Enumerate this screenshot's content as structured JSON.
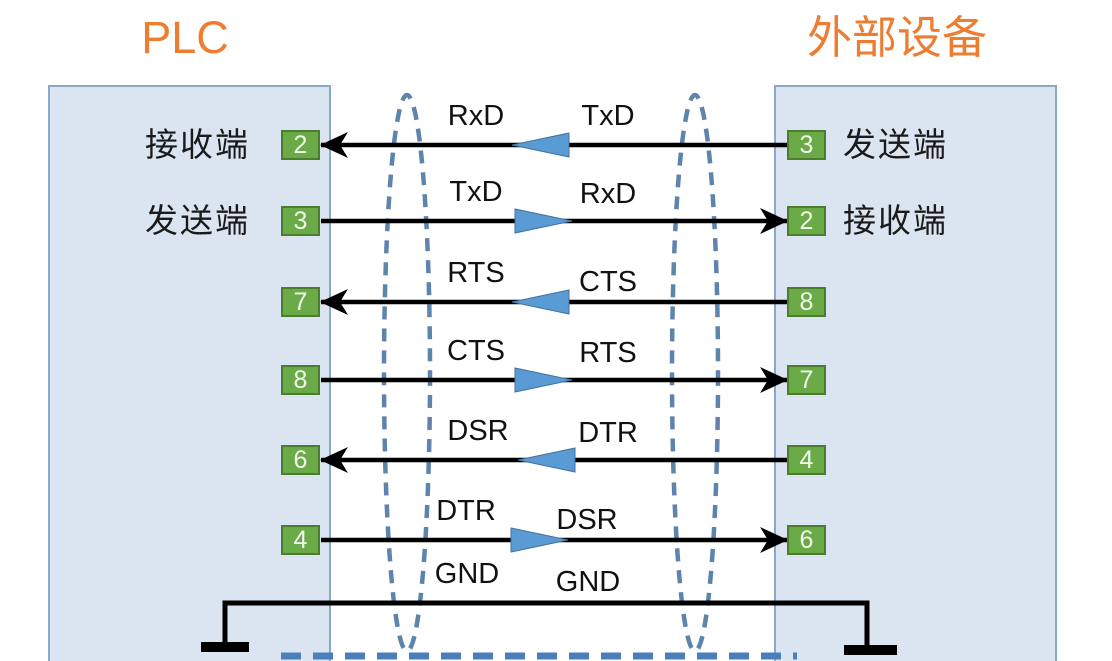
{
  "titles": {
    "left": "PLC",
    "right": "外部设备"
  },
  "rows": [
    {
      "plc_pin": "2",
      "plc_label": "接收端",
      "signal_left": "RxD",
      "signal_right": "TxD",
      "device_pin": "3",
      "device_label": "发送端",
      "direction": "device-to-plc"
    },
    {
      "plc_pin": "3",
      "plc_label": "发送端",
      "signal_left": "TxD",
      "signal_right": "RxD",
      "device_pin": "2",
      "device_label": "接收端",
      "direction": "plc-to-device"
    },
    {
      "plc_pin": "7",
      "signal_left": "RTS",
      "signal_right": "CTS",
      "device_pin": "8",
      "direction": "device-to-plc"
    },
    {
      "plc_pin": "8",
      "signal_left": "CTS",
      "signal_right": "RTS",
      "device_pin": "7",
      "direction": "plc-to-device"
    },
    {
      "plc_pin": "6",
      "signal_left": "DSR",
      "signal_right": "DTR",
      "device_pin": "4",
      "direction": "device-to-plc"
    },
    {
      "plc_pin": "4",
      "signal_left": "DTR",
      "signal_right": "DSR",
      "device_pin": "6",
      "direction": "plc-to-device"
    }
  ],
  "ground": {
    "signal_left": "GND",
    "signal_right": "GND"
  },
  "colors": {
    "title": "#ED7D31",
    "box_fill": "#dbe5f1",
    "box_border": "#8aa9c9",
    "pin_fill": "#6aaa47",
    "pin_border": "#4c7d2e",
    "wire": "#000000",
    "flow_arrow": "#5b9bd5",
    "shield_dash": "#5d84ad"
  }
}
